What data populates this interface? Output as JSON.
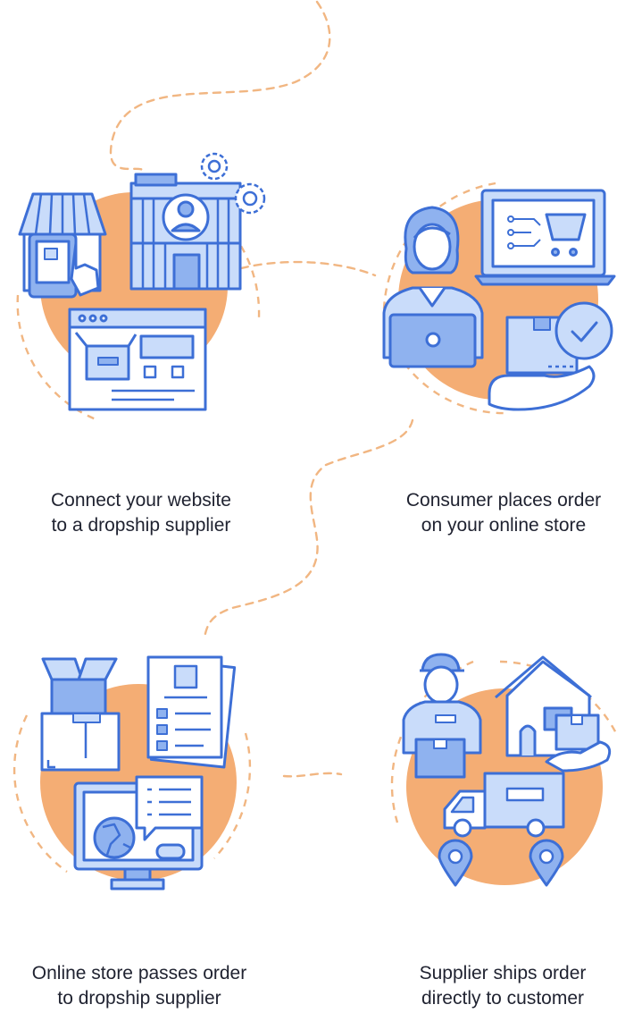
{
  "colors": {
    "outline": "#3d6fd6",
    "fill_light": "#c9dcfa",
    "fill_mid": "#8fb2ef",
    "orange": "#f4ad74",
    "dash": "#f1b682",
    "text": "#1f2230"
  },
  "steps": [
    {
      "line1": "Connect your website",
      "line2": "to a dropship supplier",
      "icons": [
        "storefront-icon",
        "tablet-hand-icon",
        "supplier-building-icon",
        "gear-icon",
        "browser-window-icon",
        "package-icon"
      ]
    },
    {
      "line1": "Consumer places order",
      "line2": "on your online store",
      "icons": [
        "woman-laptop-icon",
        "laptop-cart-icon",
        "package-hand-icon",
        "checkmark-icon"
      ]
    },
    {
      "line1": "Online store passes order",
      "line2": "to dropship supplier",
      "icons": [
        "boxes-icon",
        "order-document-icon",
        "monitor-globe-icon",
        "chat-bubble-icon"
      ]
    },
    {
      "line1": "Supplier ships order",
      "line2": "directly to customer",
      "icons": [
        "courier-icon",
        "house-icon",
        "package-hand-icon",
        "delivery-truck-icon",
        "location-pin-icon"
      ]
    }
  ]
}
